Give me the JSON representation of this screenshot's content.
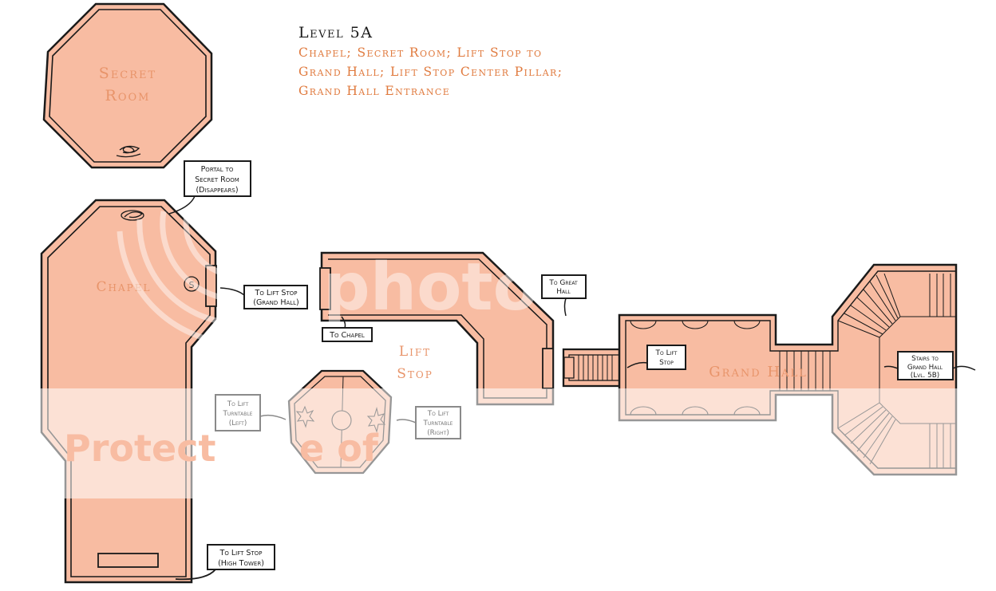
{
  "header": {
    "title": "Level 5A",
    "subtitle_lines": [
      "Chapel; Secret Room; Lift Stop to",
      "Grand Hall; Lift Stop Center Pillar;",
      "Grand Hall Entrance"
    ]
  },
  "rooms": {
    "secret_room": [
      "Secret",
      "Room"
    ],
    "chapel": "Chapel",
    "lift_stop": [
      "Lift",
      "Stop"
    ],
    "grand_hall": "Grand Hall",
    "chapel_marker": "S"
  },
  "callouts": {
    "portal": [
      "Portal to",
      "Secret Room",
      "(Disappears)"
    ],
    "to_lift_stop_grand_hall": [
      "To Lift Stop",
      "(Grand Hall)"
    ],
    "to_chapel": [
      "To Chapel"
    ],
    "to_great_hall": [
      "To Great",
      "Hall"
    ],
    "to_lift_stop": [
      "To Lift",
      "Stop"
    ],
    "stairs_to_grand_hall": [
      "Stairs to",
      "Grand Hall",
      "(Lvl. 5B)"
    ],
    "turntable_left": [
      "To Lift",
      "Turntable",
      "(Left)"
    ],
    "turntable_right": [
      "To Lift",
      "Turntable",
      "(Right)"
    ],
    "to_lift_stop_high_tower": [
      "To Lift Stop",
      "(High Tower)"
    ]
  },
  "watermark": {
    "text_left": "Protect",
    "text_mid": "e of",
    "text_top": "photo"
  },
  "colors": {
    "room_fill": "#f8bca2",
    "wall_band": "#f3b193",
    "ink": "#1a1a1a",
    "label_orange": "#e07a3e",
    "room_label": "#e8946a",
    "watermark_overlay": "#ffffff",
    "grey_ink": "#8a8a8a"
  }
}
